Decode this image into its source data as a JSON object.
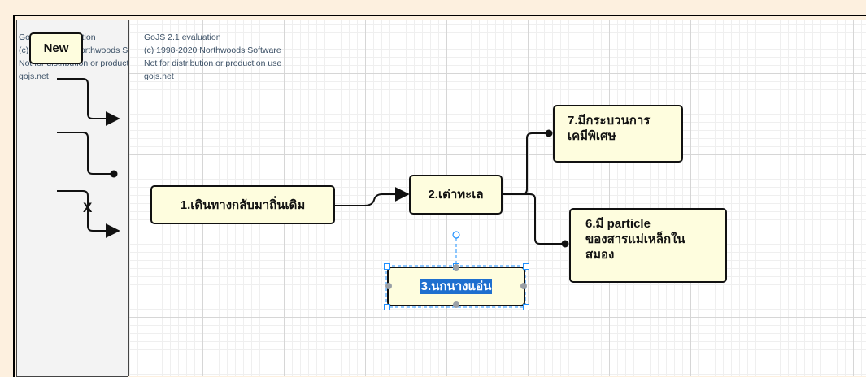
{
  "watermark": {
    "line1": "GoJS 2.1 evaluation",
    "line2": "(c) 1998-2020 Northwoods Software",
    "line3": "Not for distribution or production use",
    "line4": "gojs.net"
  },
  "palette": {
    "new_node_label": "New",
    "x_link_label": "X"
  },
  "nodes": {
    "n1": "1.เดินทางกลับมาถิ่นเดิม",
    "n2": "2.เต่าทะเล",
    "n3": "3.นกนางแอ่น",
    "n6_line1": "6.มี particle",
    "n6_line2": "ของสารแม่เหล็กใน",
    "n6_line3": "สมอง",
    "n7_line1": "7.มีกระบวนการ",
    "n7_line2": "เคมีพิเศษ"
  },
  "colors": {
    "background": "#fdf0df",
    "node_fill": "#fefdde",
    "selection": "#1e90ff",
    "text_highlight": "#1e6fcf"
  }
}
